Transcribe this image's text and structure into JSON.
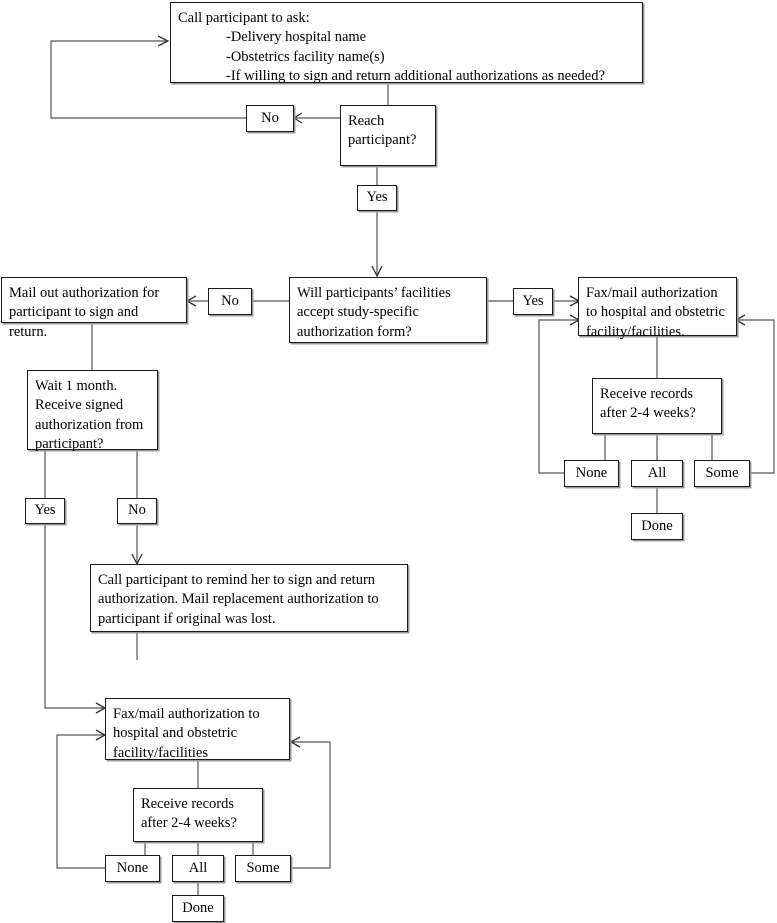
{
  "diagram": {
    "title": "Medical record retrieval authorization flowchart",
    "background_color": "#ffffff",
    "box_border_color": "#1a1a1a",
    "connector_color": "#555555",
    "text_color": "#000000"
  },
  "nodes": {
    "call_participant": {
      "line1": "Call participant to ask:",
      "bullet1": "-Delivery hospital name",
      "bullet2": "-Obstetrics facility name(s)",
      "bullet3": "-If willing to sign and return additional authorizations as needed?"
    },
    "reach_participant": {
      "text": "Reach\nparticipant?"
    },
    "reach_no": {
      "text": "No"
    },
    "reach_yes": {
      "text": "Yes"
    },
    "accept_form": {
      "text": "Will participants’ facilities\naccept study-specific\nauthorization form?"
    },
    "accept_no": {
      "text": "No"
    },
    "accept_yes": {
      "text": "Yes"
    },
    "mail_out_auth": {
      "text": "Mail out authorization for\nparticipant to sign and return."
    },
    "wait_one_month": {
      "text": "Wait 1 month.\nReceive signed\nauthorization from\nparticipant?"
    },
    "wait_yes": {
      "text": "Yes"
    },
    "wait_no": {
      "text": "No"
    },
    "call_remind": {
      "text": "Call participant to remind her to sign and return\nauthorization. Mail replacement authorization to\nparticipant if original was lost."
    },
    "fax_right": {
      "text": "Fax/mail authorization\nto hospital and obstetric\nfacility/facilities."
    },
    "receive_right": {
      "text": "Receive records\nafter 2-4 weeks?"
    },
    "right_none": {
      "text": "None"
    },
    "right_all": {
      "text": "All"
    },
    "right_some": {
      "text": "Some"
    },
    "right_done": {
      "text": "Done"
    },
    "fax_bottom": {
      "text": "Fax/mail authorization to\nhospital and obstetric\nfacility/facilities"
    },
    "receive_bottom": {
      "text": "Receive records\nafter 2-4 weeks?"
    },
    "bottom_none": {
      "text": "None"
    },
    "bottom_all": {
      "text": "All"
    },
    "bottom_some": {
      "text": "Some"
    },
    "bottom_done": {
      "text": "Done"
    }
  }
}
